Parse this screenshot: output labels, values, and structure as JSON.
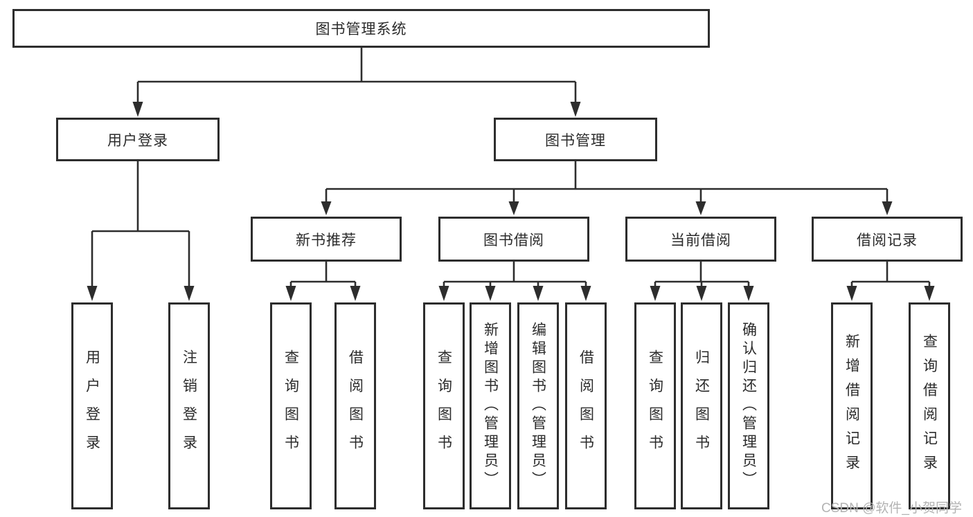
{
  "watermark": "CSDN @软件_小贺同学",
  "colors": {
    "line": "#2d2d2d",
    "box_border": "#2d2d2d",
    "text": "#2b2b2b",
    "watermark": "#b3b3b3",
    "background": "#ffffff"
  },
  "tree": {
    "label": "图书管理系统",
    "children": [
      {
        "label": "用户登录",
        "children": [
          {
            "label": "用户登录"
          },
          {
            "label": "注销登录"
          }
        ]
      },
      {
        "label": "图书管理",
        "children": [
          {
            "label": "新书推荐",
            "children": [
              {
                "label": "查询图书"
              },
              {
                "label": "借阅图书"
              }
            ]
          },
          {
            "label": "图书借阅",
            "children": [
              {
                "label": "查询图书"
              },
              {
                "label": "新增图书（管理员）"
              },
              {
                "label": "编辑图书（管理员）"
              },
              {
                "label": "借阅图书"
              }
            ]
          },
          {
            "label": "当前借阅",
            "children": [
              {
                "label": "查询图书"
              },
              {
                "label": "归还图书"
              },
              {
                "label": "确认归还（管理员）"
              }
            ]
          },
          {
            "label": "借阅记录",
            "children": [
              {
                "label": "新增借阅记录"
              },
              {
                "label": "查询借阅记录"
              }
            ]
          }
        ]
      }
    ]
  }
}
